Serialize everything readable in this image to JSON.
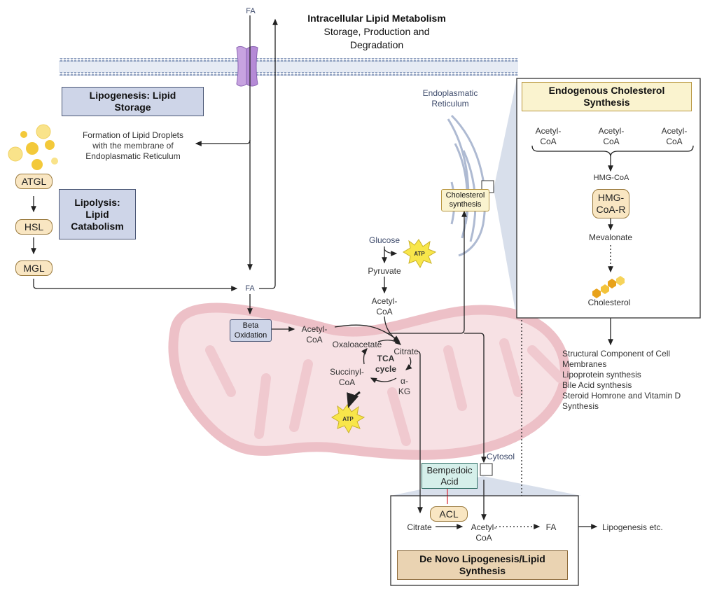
{
  "title": {
    "main": "Intracellular Lipid Metabolism",
    "sub1": "Storage, Production and",
    "sub2": "Degradation"
  },
  "membrane": {
    "fa_top": "FA"
  },
  "lipogenesis_storage": {
    "label1": "Lipogenesis: Lipid",
    "label2": "Storage",
    "droplets_text": [
      "Formation of Lipid Droplets",
      "with the membrane of",
      "Endoplasmatic Reticulum"
    ]
  },
  "lipolysis": {
    "label": [
      "Lipolysis:",
      "Lipid",
      "Catabolism"
    ],
    "enzymes": [
      "ATGL",
      "HSL",
      "MGL"
    ],
    "fa": "FA"
  },
  "mitochondria": {
    "beta_oxidation": [
      "Beta",
      "Oxidation"
    ],
    "acetyl_coa": [
      "Acetyl-",
      "CoA"
    ],
    "tca": {
      "center": [
        "TCA",
        "cycle"
      ],
      "oxaloacetate": "Oxaloacetate",
      "citrate": "Citrate",
      "akg": [
        "α-",
        "KG"
      ],
      "succinyl": [
        "Succinyl-",
        "CoA"
      ]
    },
    "atp": "ATP"
  },
  "glycolysis": {
    "glucose": "Glucose",
    "atp": "ATP",
    "pyruvate": "Pyruvate",
    "acetyl_coa": [
      "Acetyl-",
      "CoA"
    ]
  },
  "er": {
    "label": [
      "Endoplasmatic",
      "Reticulum"
    ],
    "cholesterol_box": [
      "Cholesterol",
      "synthesis"
    ]
  },
  "cholesterol_panel": {
    "title": [
      "Endogenous Cholesterol",
      "Synthesis"
    ],
    "acetyl": [
      [
        "Acetyl-",
        "CoA"
      ],
      [
        "Acetyl-",
        "CoA"
      ],
      [
        "Acetyl-",
        "CoA"
      ]
    ],
    "hmg_coa": "HMG-CoA",
    "enzyme": [
      "HMG-",
      "CoA-R"
    ],
    "mevalonate": "Mevalonate",
    "cholesterol": "Cholesterol",
    "uses": [
      "Structural Component of Cell",
      "Membranes",
      "Lipoprotein synthesis",
      "Bile Acid synthesis",
      "Steroid Homrone and Vitamin D",
      "Synthesis"
    ]
  },
  "cytosol": {
    "label": "Cytosol",
    "drug": [
      "Bempedoic",
      "Acid"
    ]
  },
  "dnl_panel": {
    "enzyme": "ACL",
    "citrate": "Citrate",
    "acetyl_coa": [
      "Acetyl-",
      "CoA"
    ],
    "fa": "FA",
    "lipogenesis": "Lipogenesis etc.",
    "title": [
      "De Novo Lipogenesis/Lipid",
      "Synthesis"
    ]
  },
  "colors": {
    "membrane": "#a9b6cf",
    "mito_fill": "#f3d3d8",
    "mito_edge": "#e7b7bf",
    "er": "#aebad2",
    "atp": "#f8e64a",
    "inhibit": "#d9323c"
  }
}
